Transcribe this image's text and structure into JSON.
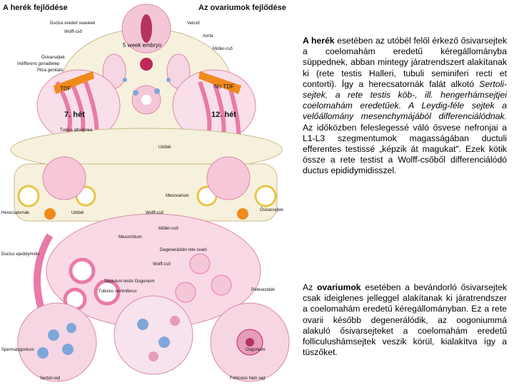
{
  "figure": {
    "title_left": "A herék fejlődése",
    "title_right": "Az ovariumok fejlődése",
    "embryo_label": "5 week embryo",
    "week7": "7. hét",
    "week12": "12. hét",
    "tdf_left": "TDF",
    "tdf_right": "No TDF",
    "labels": {
      "ductus_mesonephricus": "Ductus eredeti swaskek",
      "wolff": "Wolff-cső",
      "velcsoo": "Velcső",
      "aorta": "Aorta",
      "muller": "Müller-cső",
      "osivarsejtek": "Ősivarsejtek",
      "indifferens": "Indifferens gonadtelep",
      "plica": "Plica genitalis",
      "tunica": "Tunica albuginea",
      "utobel": "Utóbél",
      "mesovarium": "Mesovarium",
      "herecsatornak": "Herecsatornák",
      "osivarsejtek2": "Ősivarsejtek",
      "utobel2": "Utóbél",
      "wolff2": "Wolff-cső",
      "mullercso2": "Müller-cső",
      "mesorchium": "Mesorchium",
      "degeneralodo": "Degenerálódó rete ovarii",
      "wolff3": "Wolff-cső",
      "ductus_epididymidis": "Ductus epididymidis",
      "septulum": "Septulum testis Oogonium",
      "tubulus": "Tubulus seminiferus",
      "petevezetek": "Petevezeték",
      "spermatogonium": "Spermatogonium",
      "oogonium": "Oogonium",
      "sertoli": "Sertoli-sejt",
      "folliculus": "Folliculus hám sejt"
    }
  },
  "text": {
    "p1_bold": "A herék",
    "p1_a": " esetében az utóbél felől érkező ősivarsejtek a coelomahám eredetű kéregállományba süppednek, abban mintegy járatrendszert alakítanak ki (rete testis Halleri, tubuli seminiferi recti et contorti). Így a herecsatornák falát alkotó ",
    "p1_i": "Sertoli-sejtek, a rete testis köb-, ill. hengerhámsejtjei coelomahám eredetűek. A Leydig-féle sejtek a velőállomány mesenchymájából differenciálódnak.",
    "p1_b": " Az időközben feleslegessé váló ősvese nefronjai a L1-L3 szegmentumok magasságában ductuli efferentes testissé „képzik át magukat\". Ezek kötik össze a rete testist a Wolff-csőből differenciálódó ductus epididymidisszel.",
    "p2_a": "Az ",
    "p2_bold": "ovariumok",
    "p2_b": " esetében a bevándorló ősivarsejtek csak ideiglenes jelleggel alakítanak ki járatrendszer a coelomahám eredetű kéregállományban. Ez a rete ovarii később degenerálódik, az oogoniummá alakuló ősivarsejteket a coelomahám eredetű folliculushámsejtek veszik körül, kialakítva így a tüszőket."
  },
  "colors": {
    "pink": "#e97aa8",
    "light_pink": "#f7c6d9",
    "cream": "#f6f1dc",
    "blue": "#7fa6d9",
    "orange": "#f08a1c"
  }
}
